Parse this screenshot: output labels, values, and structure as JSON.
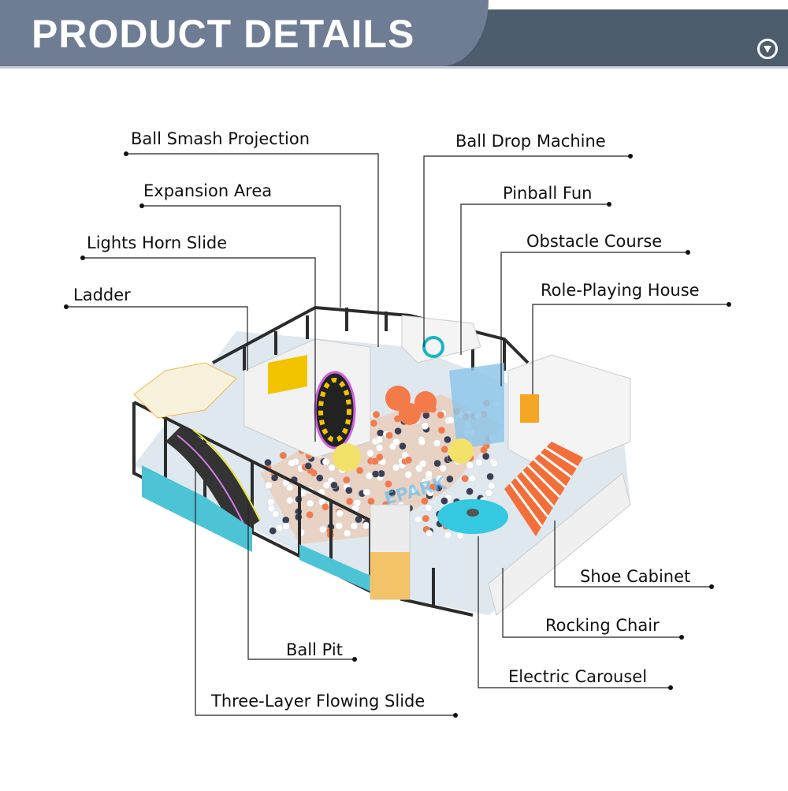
{
  "header": {
    "title": "PRODUCT DETAILS",
    "icon": "circle-down-arrow-icon",
    "colors": {
      "primary_band": "#6e7d93",
      "secondary_band": "#4d5c6d"
    }
  },
  "product_logo": "EPARK",
  "labels": {
    "ball_smash_projection": "Ball Smash Projection",
    "expansion_area": "Expansion Area",
    "lights_horn_slide": "Lights Horn Slide",
    "ladder": "Ladder",
    "ball_drop_machine": "Ball Drop Machine",
    "pinball_fun": "Pinball Fun",
    "obstacle_course": "Obstacle Course",
    "role_playing_house": "Role-Playing House",
    "shoe_cabinet": "Shoe Cabinet",
    "rocking_chair": "Rocking Chair",
    "electric_carousel": "Electric Carousel",
    "ball_pit": "Ball Pit",
    "three_layer_flowing_slide": "Three-Layer Flowing Slide"
  }
}
